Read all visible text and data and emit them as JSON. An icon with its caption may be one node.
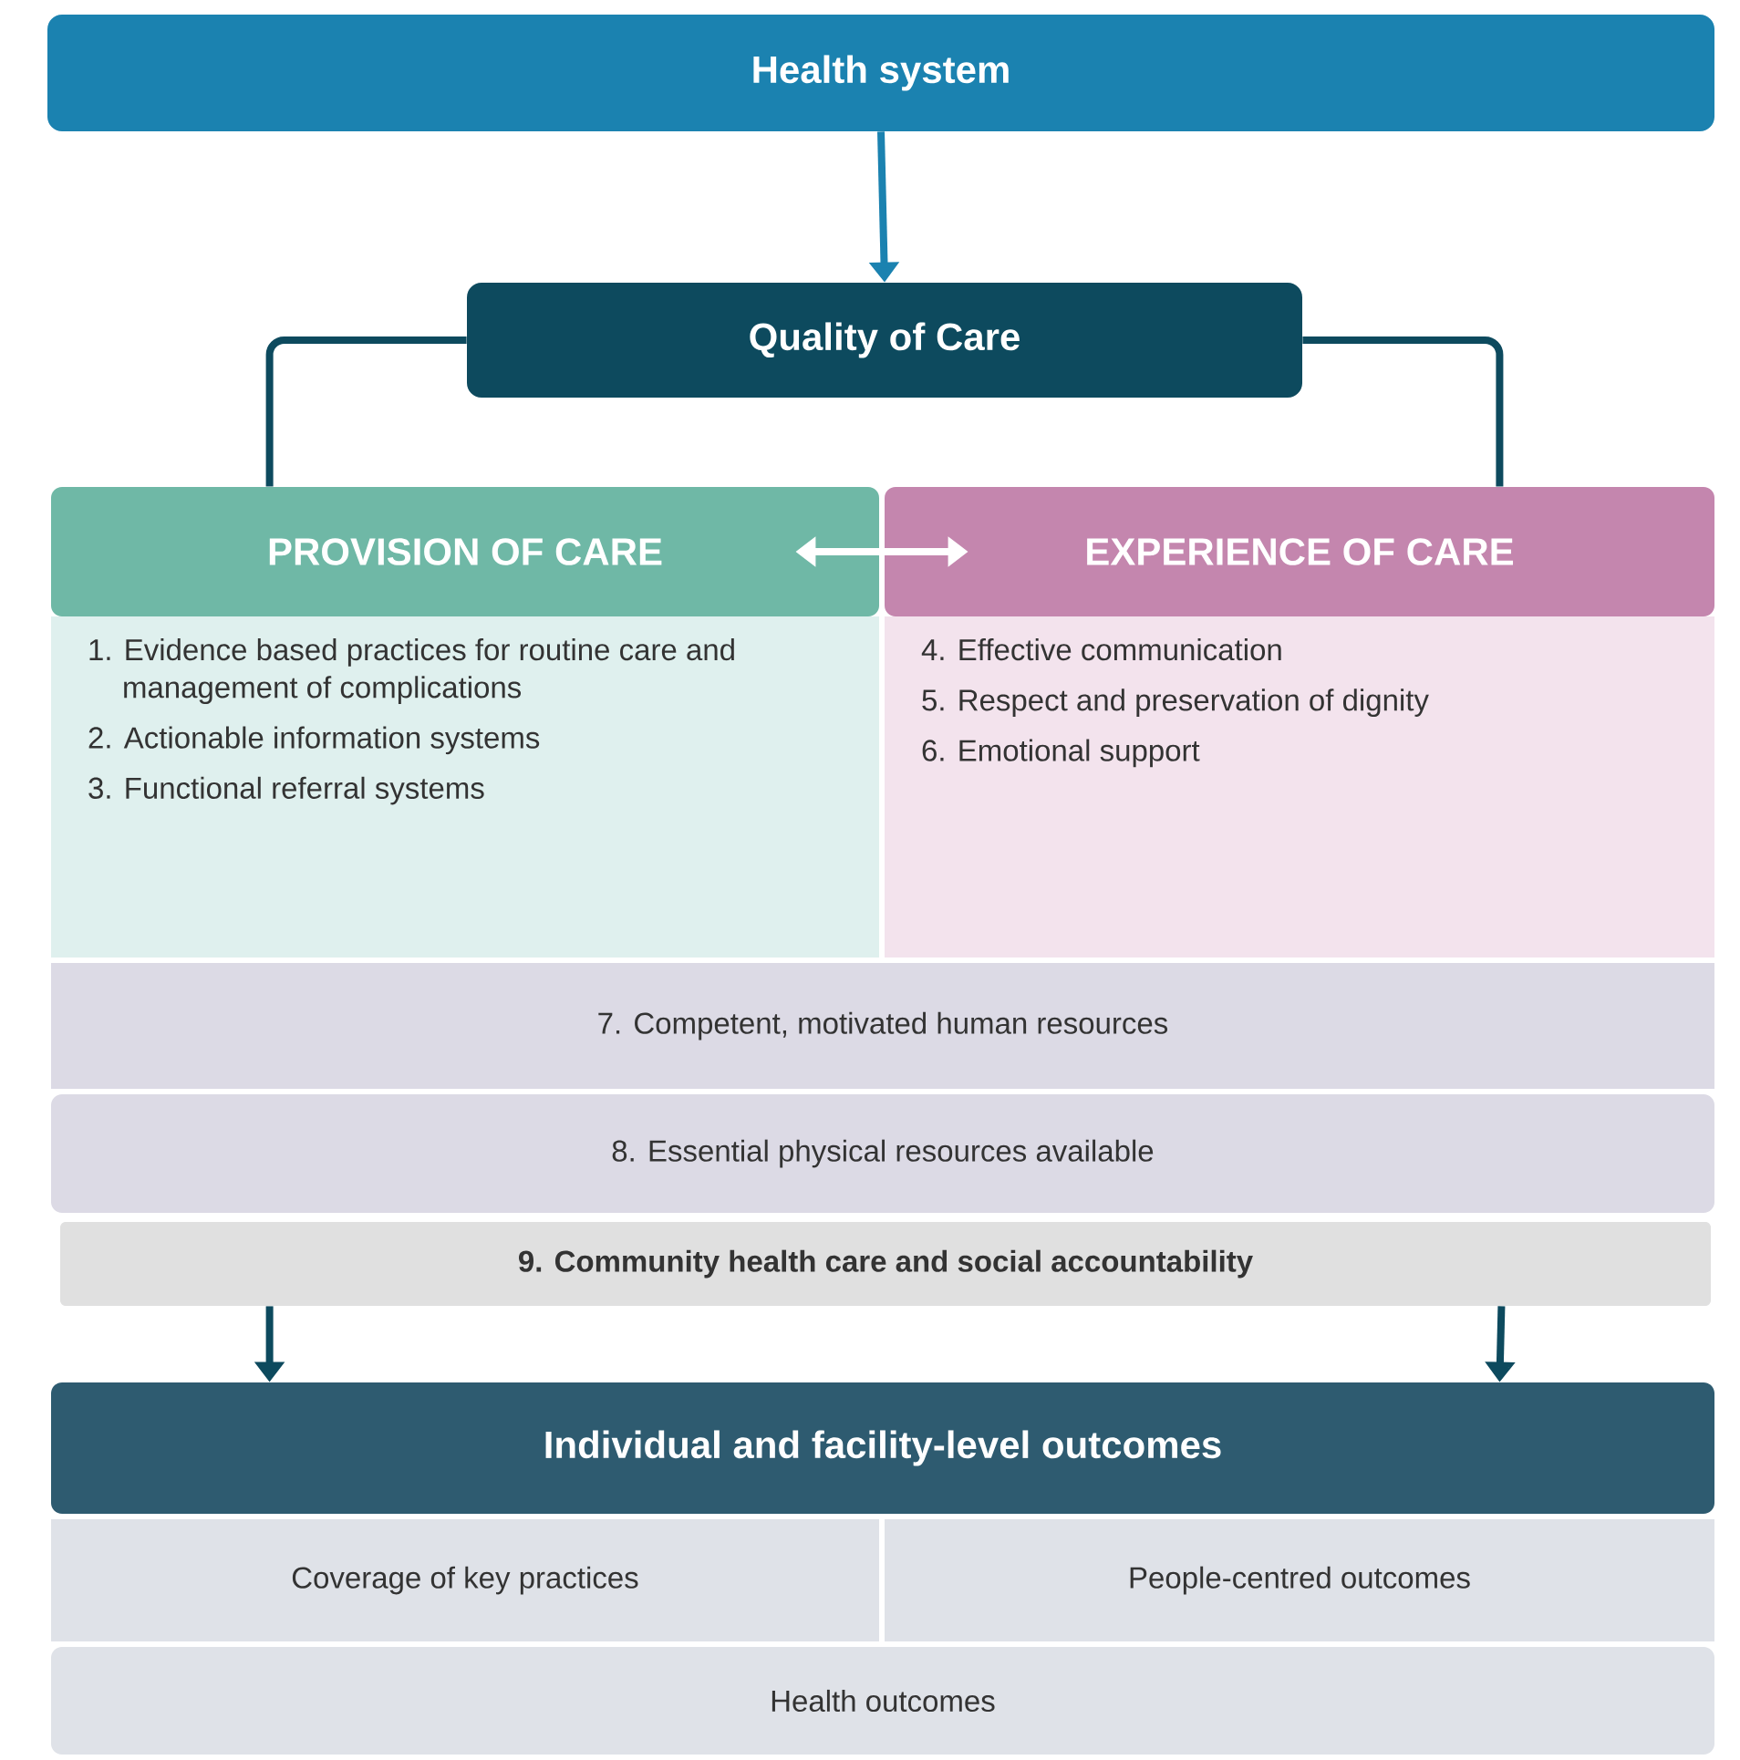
{
  "diagram": {
    "nodes": [
      {
        "text": [
          "Health system"
        ]
      },
      {
        "text": [
          "Quality of Care"
        ]
      },
      {
        "text": [
          "PROVISION OF CARE"
        ]
      },
      {
        "text": [
          "EXPERIENCE OF CARE"
        ]
      },
      {
        "text": [
          "1. Evidence based practices for routine care and management of complications",
          "2. Actionable information systems",
          "3. Functional referral systems"
        ]
      },
      {
        "text": [
          "4. Effective communication",
          "5. Respect and preservation of dignity",
          "6. Emotional support"
        ]
      },
      {
        "text": [
          "7. Competent, motivated human resources"
        ]
      },
      {
        "text": [
          "8. Essential physical resources available"
        ]
      },
      {
        "text": [
          "9. Community health care and social accountability"
        ]
      },
      {
        "text": [
          "Individual and facility-level outcomes"
        ]
      },
      {
        "text": [
          "Coverage of key practices"
        ]
      },
      {
        "text": [
          "People-centred outcomes"
        ]
      },
      {
        "text": [
          "Health outcomes"
        ]
      }
    ],
    "edges": [
      {
        "from": 0,
        "to": 1,
        "arrow": "to",
        "color": "#1b82b0"
      },
      {
        "from": 1,
        "to": 2,
        "arrow": "none"
      },
      {
        "from": 1,
        "to": 3,
        "arrow": "none"
      },
      {
        "from": 2,
        "to": 3,
        "arrow": "both",
        "color": "#ffffff"
      },
      {
        "from": 8,
        "to": 9,
        "arrow": "to"
      },
      {
        "from": 8,
        "to": 9,
        "arrow": "to"
      }
    ]
  }
}
